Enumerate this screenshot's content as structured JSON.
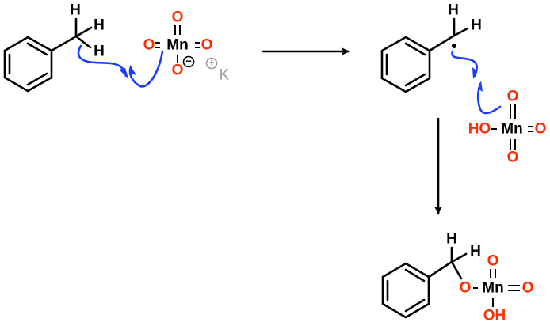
{
  "colors": {
    "bond": "#000000",
    "oxygen": "#ff2a00",
    "arrow": "#1a3cff",
    "counterion": "#999999"
  },
  "reactant": {
    "h_labels": [
      "H",
      "H",
      "H"
    ],
    "permanganate": {
      "metal": "Mn",
      "oxygens": [
        "O",
        "O",
        "O",
        "O"
      ],
      "charge": "−"
    },
    "counterion": {
      "charge": "+",
      "label": "K"
    }
  },
  "intermediate": {
    "h_labels": [
      "H",
      "H"
    ],
    "manganate": {
      "hydroxyl": "HO",
      "metal": "Mn",
      "oxygens": [
        "O",
        "O",
        "O"
      ]
    }
  },
  "product": {
    "h_labels": [
      "H",
      "H"
    ],
    "ester": {
      "bridge_oxygen": "O",
      "metal": "Mn",
      "oxygens": [
        "O",
        "O"
      ],
      "hydroxyl": "OH"
    }
  }
}
